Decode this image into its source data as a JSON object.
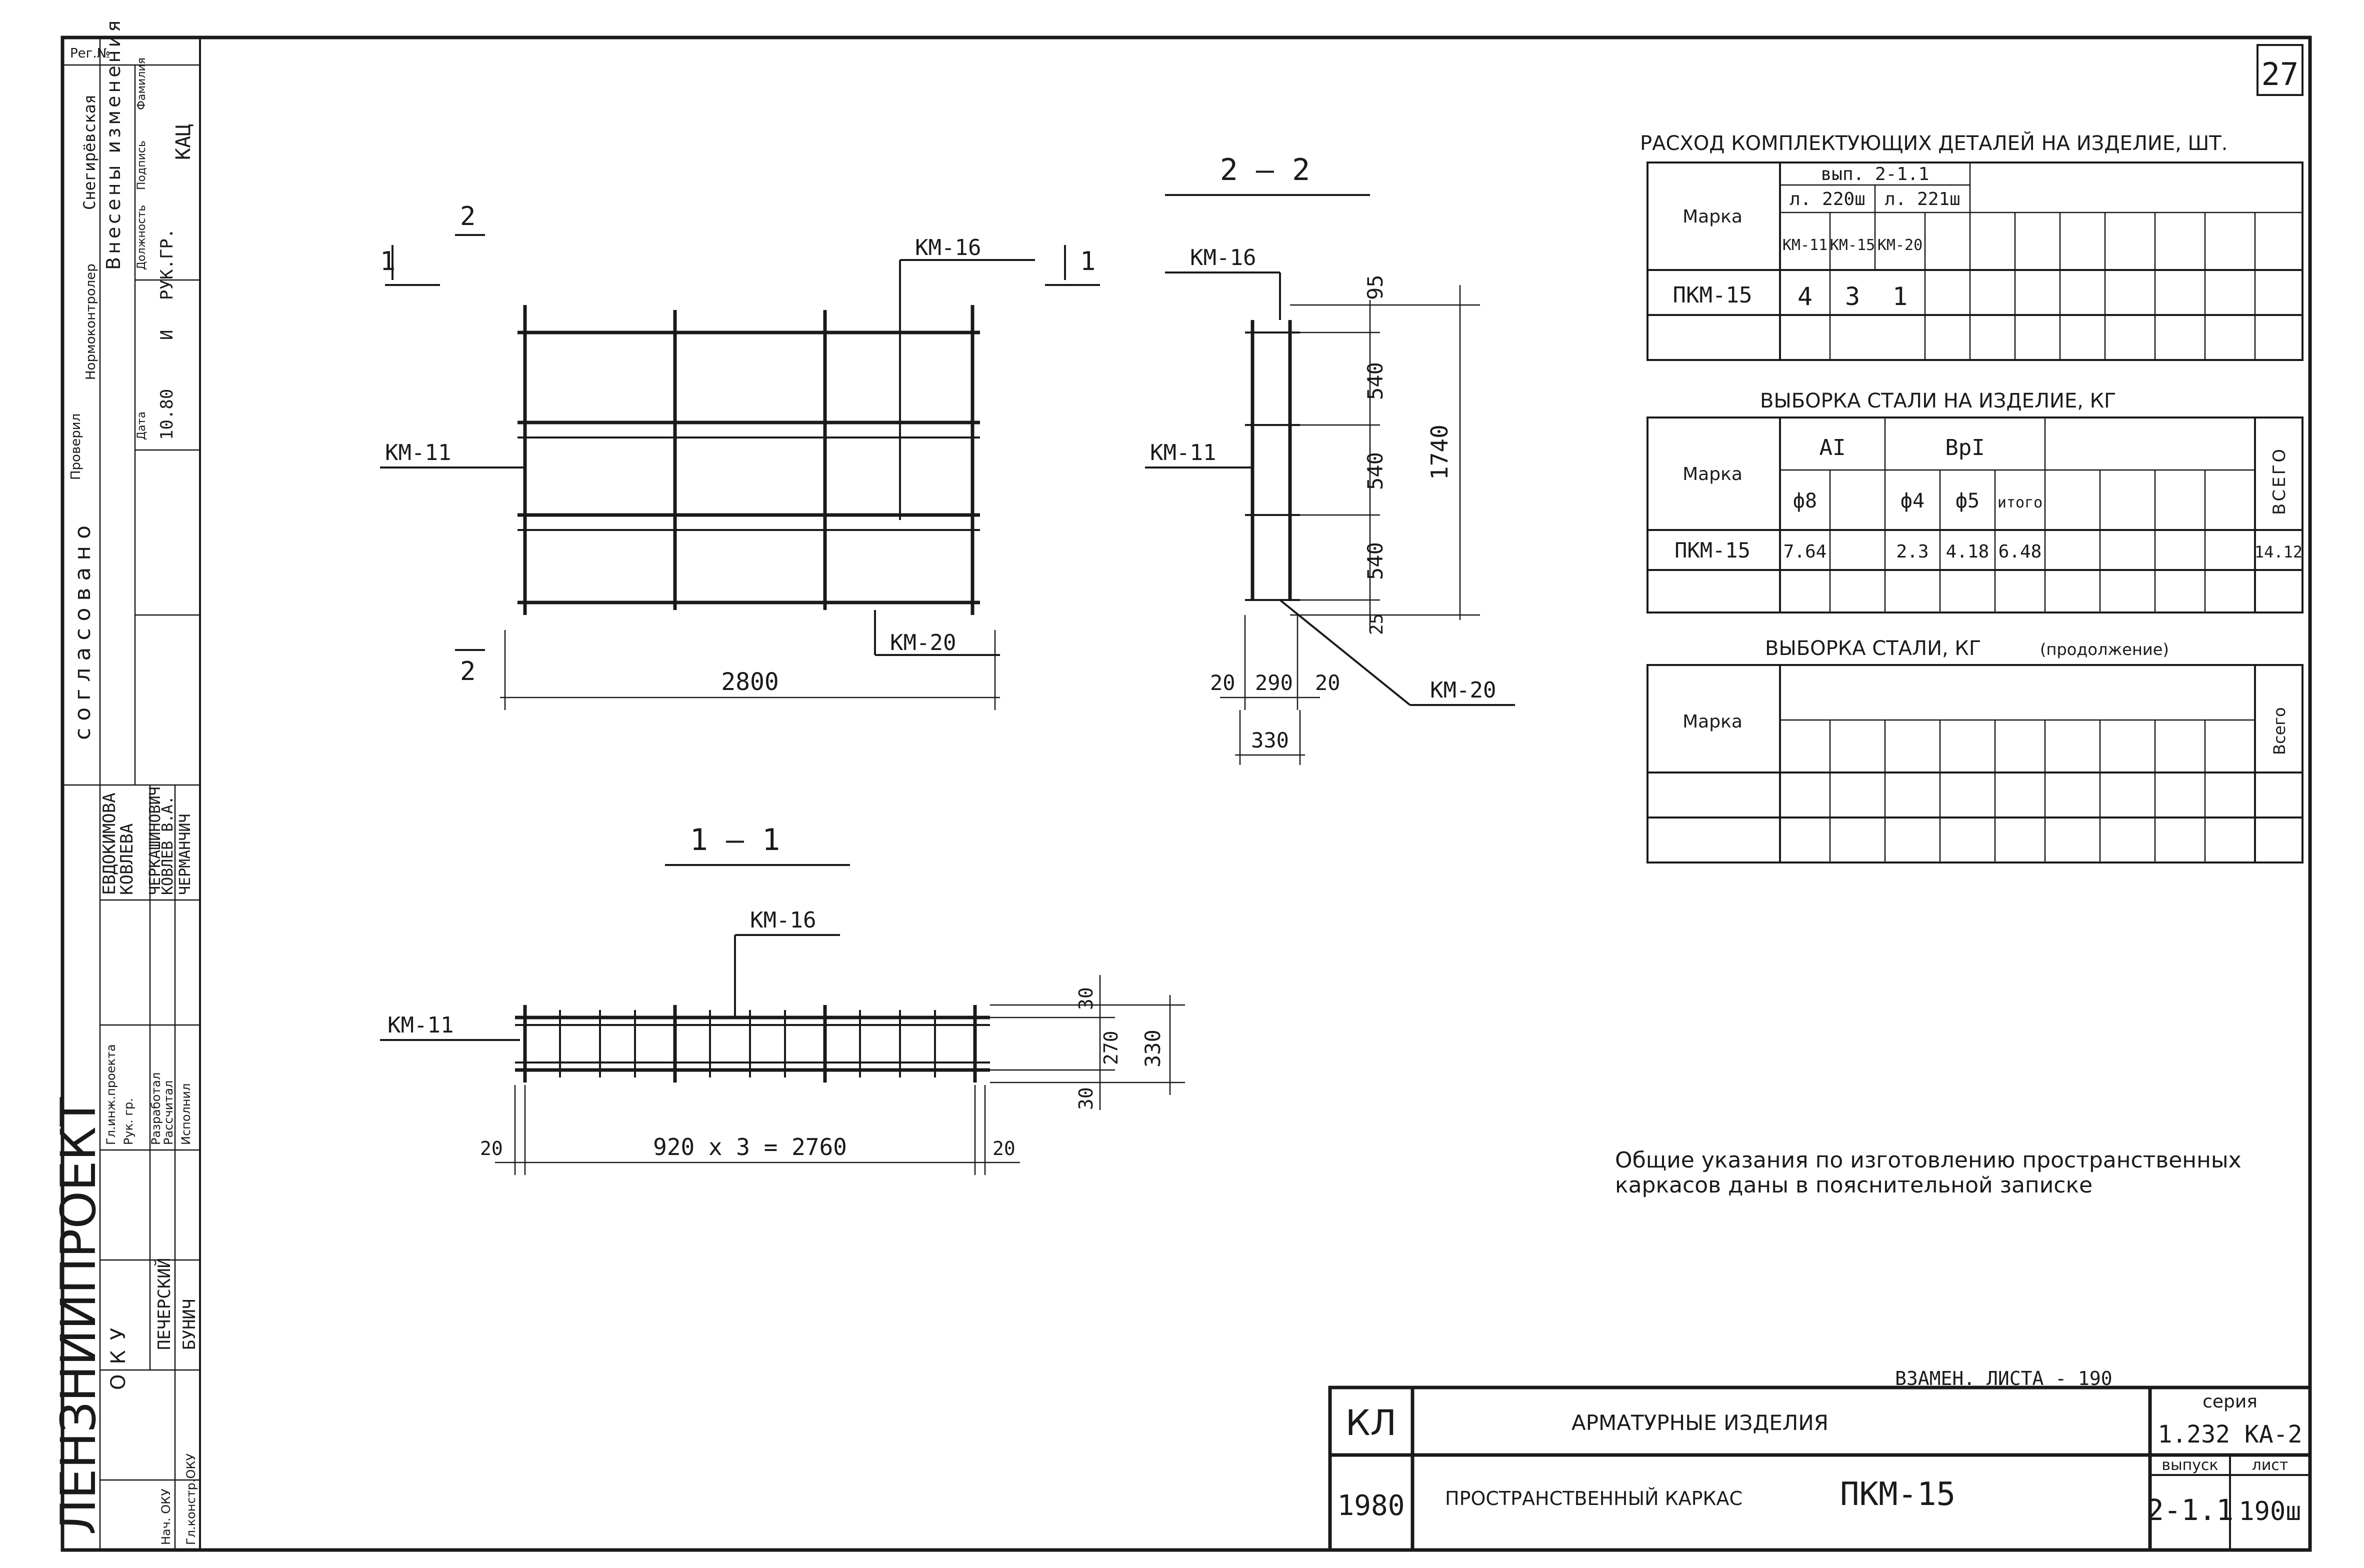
{
  "sheet": {
    "page_number": "27"
  },
  "stamp": {
    "rows": [
      "Рег.№",
      "Проверил",
      "Нормоконтролер",
      "Внесены изменения",
      "Дата",
      "Рег.№",
      "Должность",
      "Подпись",
      "Фамилия"
    ],
    "agreed": "согласовано",
    "checked_name": "Снегирёвская",
    "change_date": "10.80",
    "change_reg": "И",
    "change_role": "РУК.ГР.",
    "change_name": "КАЦ",
    "people": [
      {
        "role": "Гл.инж.проекта",
        "name": "ЕВДОКИМОВА"
      },
      {
        "role": "Рук. гр.",
        "name": "КОВЛЕВА"
      },
      {
        "role": "Разработал",
        "name": "ЧЕРКАШИНОВИЧ"
      },
      {
        "role": "Рассчитал",
        "name": "КОВЛЕВ В.А."
      },
      {
        "role": "Исполнил",
        "name": "ЧЕРМАНЧИЧ"
      },
      {
        "role": "Нач. ОКУ",
        "name": "ПЕЧЕРСКИЙ"
      },
      {
        "role": "Гл.констр.ОКУ",
        "name": "БУНИЧ"
      }
    ],
    "org": "ЛЕНЗНИИПРОЕКТ",
    "dept": "ОКУ"
  },
  "views": {
    "plan": {
      "section_mark_top": "2",
      "section_mark_bottom": "2",
      "cut_left": "1",
      "cut_right": "1",
      "label_km16": "КМ-16",
      "label_km11": "КМ-11",
      "label_km20": "КМ-20",
      "dim_length": "2800"
    },
    "section22": {
      "title": "2 — 2",
      "label_km16": "КМ-16",
      "label_km11": "КМ-11",
      "label_km20": "КМ-20",
      "dims": [
        "95",
        "540",
        "540",
        "540",
        "25"
      ],
      "dim_total": "1740",
      "dim_bottom": [
        "20",
        "290",
        "20"
      ],
      "dim_width": "330"
    },
    "section11": {
      "title": "1 — 1",
      "label_km16": "КМ-16",
      "label_km11": "КМ-11",
      "dims_right": [
        "30",
        "270",
        "30"
      ],
      "dim_total": "330",
      "dim_left_end": "20",
      "dim_right_end": "20",
      "dim_spacing": "920 x 3 = 2760"
    }
  },
  "table_parts": {
    "title": "РАСХОД КОМПЛЕКТУЮЩИХ ДЕТАЛЕЙ НА ИЗДЕЛИЕ, ШТ.",
    "col_mark": "Марка",
    "group": "вып. 2-1.1",
    "sub1": "л. 220ш",
    "sub2": "л. 221ш",
    "cols": [
      "КМ-11",
      "КМ-15",
      "КМ-20"
    ],
    "row_mark": "ПКМ-15",
    "values": [
      "4",
      "3",
      "1"
    ]
  },
  "table_steel": {
    "title": "ВЫБОРКА СТАЛИ НА ИЗДЕЛИЕ, КГ",
    "col_mark": "Марка",
    "group1": "АI",
    "group2": "BрI",
    "cols": [
      "ф8",
      "",
      "ф4",
      "ф5",
      "итого"
    ],
    "total_header": "ВСЕГО",
    "row_mark": "ПКМ-15",
    "values": [
      "7.64",
      "",
      "2.3",
      "4.18",
      "6.48"
    ],
    "total": "14.12"
  },
  "table_steel_cont": {
    "title": "ВЫБОРКА СТАЛИ, КГ",
    "title_suffix": "(продолжение)",
    "col_mark": "Марка",
    "total_header": "Всего"
  },
  "notes": {
    "line1": "Общие указания по изготовлению пространственных",
    "line2": "каркасов даны в пояснительной записке"
  },
  "title_block": {
    "replaces": "ВЗАМЕН. ЛИСТА - 190",
    "code": "КЛ",
    "year": "1980",
    "subject": "АРМАТУРНЫЕ ИЗДЕЛИЯ",
    "item_type": "ПРОСТРАНСТВЕННЫЙ КАРКАС",
    "item_mark": "ПКМ-15",
    "series_label": "серия",
    "series": "1.232 КА-2",
    "issue_label": "выпуск",
    "issue": "2-1.1",
    "sheet_label": "лист",
    "sheet": "190ш"
  }
}
